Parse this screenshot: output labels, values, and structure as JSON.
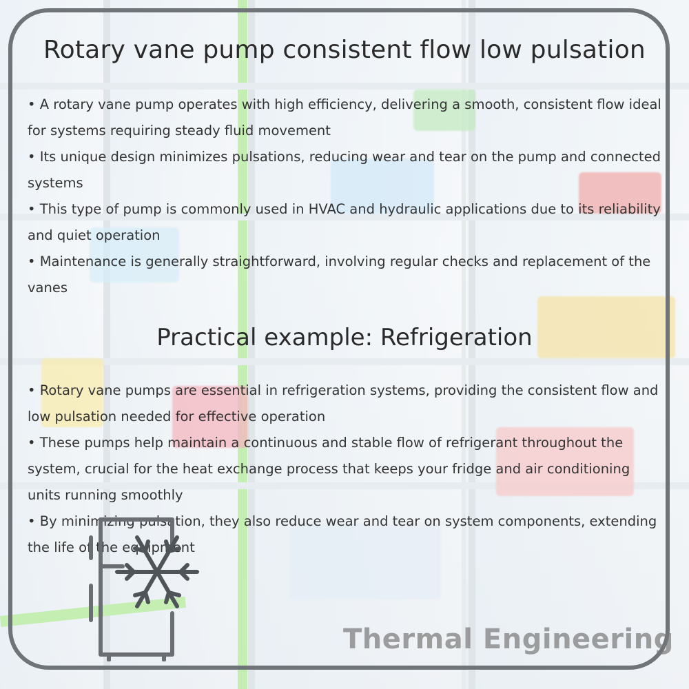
{
  "heading": {
    "title": "Rotary vane pump consistent flow low pulsation"
  },
  "intro_bullets": [
    "• A rotary vane pump operates with high efficiency, delivering a smooth, consistent flow ideal for systems requiring steady fluid movement",
    "• Its unique design minimizes pulsations, reducing wear and tear on the pump and connected systems",
    "• This type of pump is commonly used in HVAC and hydraulic applications due to its reliability and quiet operation",
    "• Maintenance is generally straightforward, involving regular checks and replacement of the vanes"
  ],
  "example": {
    "title": "Practical example: Refrigeration",
    "bullets": [
      "• Rotary vane pumps are essential in refrigeration systems, providing the consistent flow and low pulsation needed for effective operation",
      "• These pumps help maintain a continuous and stable flow of refrigerant throughout the system, crucial for the heat exchange process that keeps your fridge and air conditioning units running smoothly",
      "• By minimizing pulsation, they also reduce wear and tear on system components, extending the life of the equipment"
    ]
  },
  "branding": {
    "watermark": "Thermal Engineering",
    "icon": "fridge-snowflake-icon"
  },
  "colors": {
    "frame": "#6f7478",
    "text": "#2b2b2b",
    "watermark": "#787878"
  }
}
